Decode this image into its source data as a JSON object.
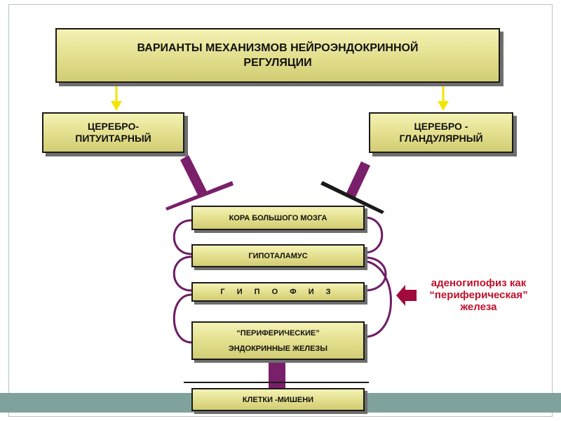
{
  "title": {
    "line1": "ВАРИАНТЫ  МЕХАНИЗМОВ НЕЙРОЭНДОКРИННОЙ",
    "line2": "РЕГУЛЯЦИИ"
  },
  "left_variant": {
    "line1": "ЦЕРЕБРО-",
    "line2": "ПИТУИТАРНЫЙ"
  },
  "right_variant": {
    "line1": "ЦЕРЕБРО -",
    "line2": "ГЛАНДУЛЯРНЫЙ"
  },
  "levels": {
    "cortex": "КОРА БОЛЬШОГО МОЗГА",
    "hypothalamus": "ГИПОТАЛАМУС",
    "pituitary": "Г И П О Ф И З",
    "glands_line1": "“ПЕРИФЕРИЧЕСКИЕ”",
    "glands_line2": "ЭНДОКРИННЫЕ ЖЕЛЕЗЫ",
    "target_cells": "КЛЕТКИ -МИШЕНИ"
  },
  "annotation": {
    "line1": "аденогипофиз как",
    "line2": "“периферическая”",
    "line3": "железа"
  },
  "colors": {
    "box_fill": "#e2de8c",
    "connector": "#7a1f6a",
    "yellow_arrow": "#f2e600",
    "annotation_arrow": "#a00a3c",
    "annotation_text": "#c0102a",
    "band": "#7fa39c"
  }
}
